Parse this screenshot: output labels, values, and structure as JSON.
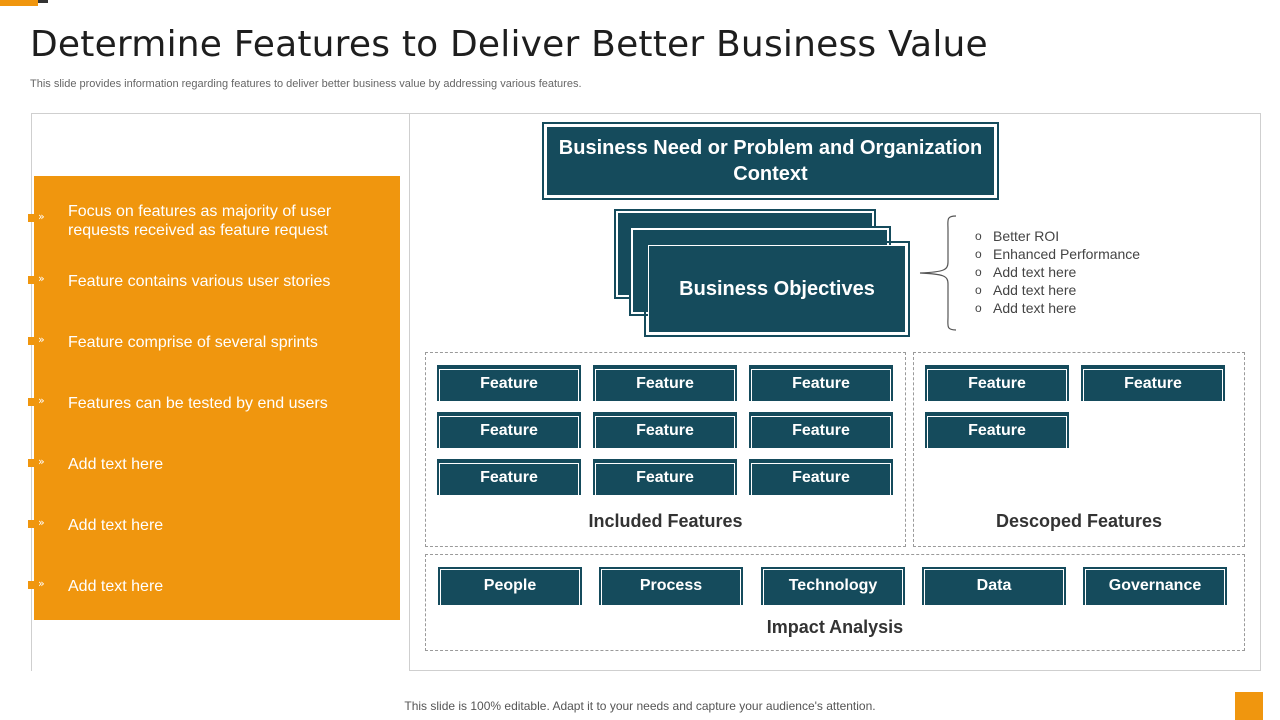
{
  "title": "Determine Features to Deliver Better Business Value",
  "subtitle": "This slide provides information regarding features to deliver better business value by addressing various features.",
  "left_panel": {
    "bullets": [
      "Focus on features as majority of user requests received as feature request",
      "Feature contains various user stories",
      "Feature comprise of several sprints",
      "Features can be tested by end users",
      "Add text here",
      "Add text here",
      "Add text here"
    ]
  },
  "diagram": {
    "need_box": "Business Need or Problem and Organization Context",
    "objectives_box": "Business Objectives",
    "objectives_list": [
      "Better ROI",
      "Enhanced Performance",
      "Add text here",
      "Add text here",
      "Add text here"
    ],
    "included": {
      "label": "Included Features",
      "items": [
        "Feature",
        "Feature",
        "Feature",
        "Feature",
        "Feature",
        "Feature",
        "Feature",
        "Feature",
        "Feature"
      ]
    },
    "descoped": {
      "label": "Descoped Features",
      "items": [
        "Feature",
        "Feature",
        "Feature"
      ]
    },
    "impact": {
      "label": "Impact Analysis",
      "items": [
        "People",
        "Process",
        "Technology",
        "Data",
        "Governance"
      ]
    }
  },
  "footer": "This slide is 100% editable. Adapt it to your needs and capture your audience's attention.",
  "colors": {
    "accent": "#f0960e",
    "teal": "#154b5c"
  }
}
